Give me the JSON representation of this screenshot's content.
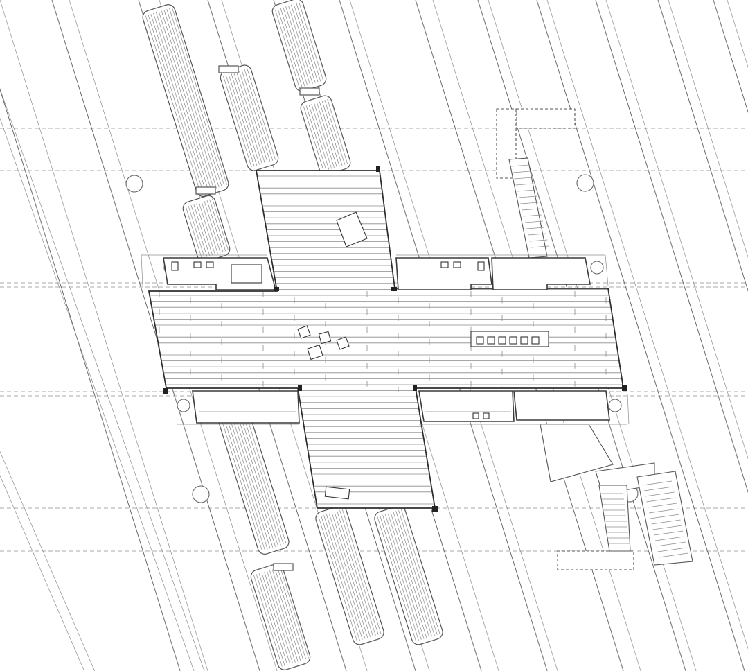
{
  "drawing": {
    "type": "architectural floor plan",
    "elements": {
      "tracks": "railway-tracks",
      "trains": "railway-carriages",
      "deck": "cross-shaped-timber-deck",
      "rooms": "service-rooms",
      "stairs": "access-stairs",
      "columns": "structural-columns"
    },
    "colors": {
      "background": "#ffffff",
      "line": "#6a6a6a",
      "outline": "#2e2e2e"
    },
    "counts": {
      "dining_chairs_per_side": 6,
      "lounge_chairs": 4
    }
  }
}
